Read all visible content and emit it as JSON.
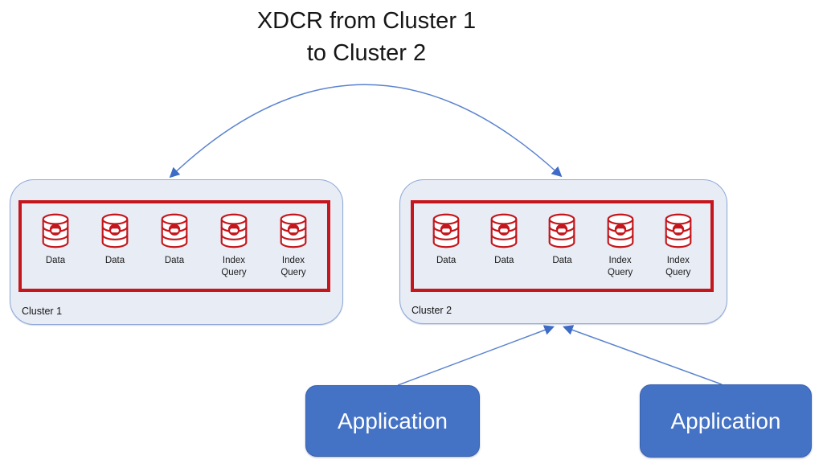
{
  "title": {
    "line1": "XDCR from Cluster 1",
    "line2": "to Cluster 2"
  },
  "clusters": [
    {
      "label": "Cluster 1",
      "nodes": [
        {
          "label": "Data",
          "icon": "couchbase-database-icon"
        },
        {
          "label": "Data",
          "icon": "couchbase-database-icon"
        },
        {
          "label": "Data",
          "icon": "couchbase-database-icon"
        },
        {
          "label": "Index\nQuery",
          "icon": "couchbase-database-icon"
        },
        {
          "label": "Index\nQuery",
          "icon": "couchbase-database-icon"
        }
      ]
    },
    {
      "label": "Cluster 2",
      "nodes": [
        {
          "label": "Data",
          "icon": "couchbase-database-icon"
        },
        {
          "label": "Data",
          "icon": "couchbase-database-icon"
        },
        {
          "label": "Data",
          "icon": "couchbase-database-icon"
        },
        {
          "label": "Index\nQuery",
          "icon": "couchbase-database-icon"
        },
        {
          "label": "Index\nQuery",
          "icon": "couchbase-database-icon"
        }
      ]
    }
  ],
  "applications": [
    {
      "label": "Application"
    },
    {
      "label": "Application"
    }
  ],
  "connectors": {
    "xdcr_arc": "bidirectional arc from Cluster 1 to Cluster 2",
    "app_arrows": "two arrows from Application boxes into bottom of Cluster 2"
  },
  "colors": {
    "cluster_fill": "#e8ecf5",
    "cluster_border": "#8fa9d9",
    "node_frame_red": "#c4161c",
    "database_icon_red": "#c4161c",
    "arrow_line": "#5b83cf",
    "arrowhead": "#3e6bc5",
    "application_fill": "#4472c4",
    "application_text": "#ffffff",
    "title_text": "#161616"
  }
}
